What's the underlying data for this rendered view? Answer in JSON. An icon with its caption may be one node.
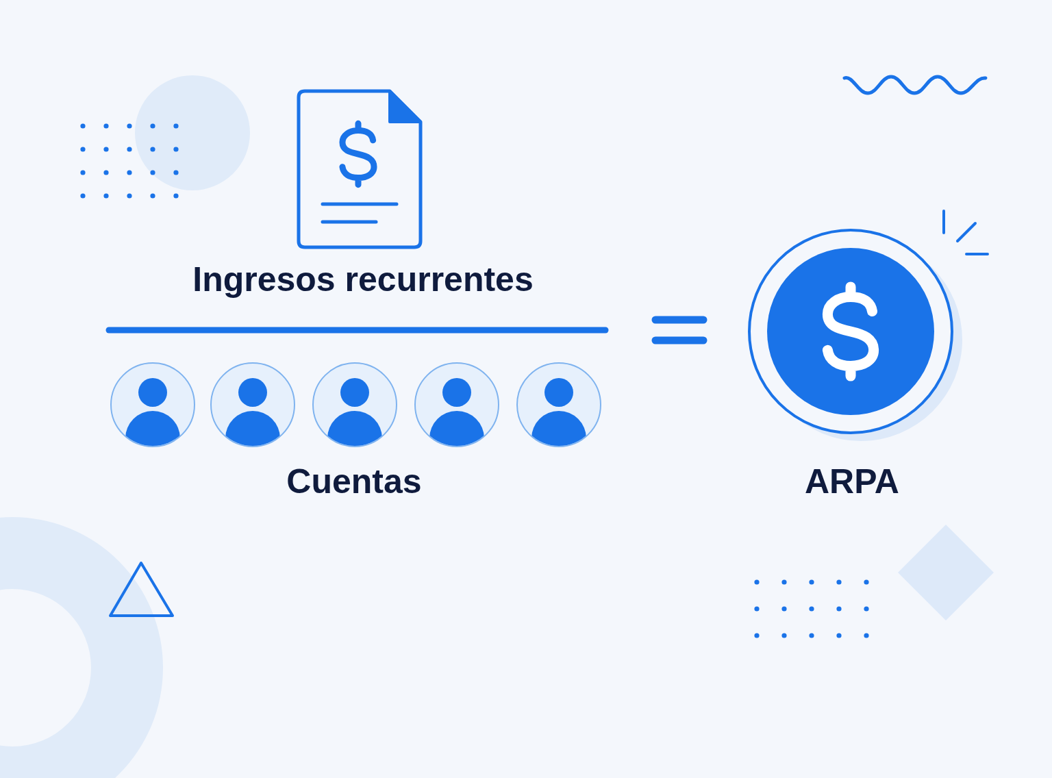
{
  "diagram": {
    "labels": [
      "Ingresos recurrentes",
      "Cuentas",
      "ARPA"
    ]
  }
}
